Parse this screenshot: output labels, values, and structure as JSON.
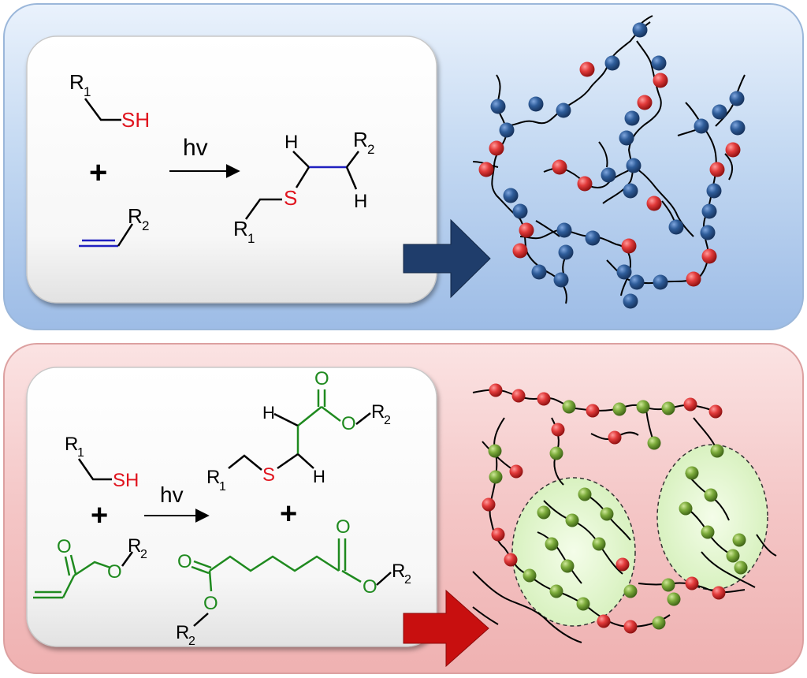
{
  "colors": {
    "blue_panel": "#a9c6e8",
    "red_panel": "#f1b8b8",
    "bead_blue": "#2f5d9a",
    "bead_red": "#e23b3b",
    "bead_green": "#7cab3b",
    "thiol_red": "#e0141e",
    "alkene_blue": "#2020c0",
    "acrylate_green": "#1f8a1f",
    "arrow_navy": "#1f3d6b",
    "arrow_red": "#c80f0f",
    "domain_fill": "#dff5c8"
  },
  "top": {
    "thiol": {
      "r": "R",
      "r_sub": "1",
      "sh": "SH"
    },
    "plus": "+",
    "ene": {
      "r": "R",
      "r_sub": "2"
    },
    "hv": "hv",
    "product": {
      "h1": "H",
      "h2": "H",
      "r2": "R",
      "r2_sub": "2",
      "s": "S",
      "r1": "R",
      "r1_sub": "1"
    }
  },
  "bottom": {
    "thiol": {
      "r": "R",
      "r_sub": "1",
      "sh": "SH"
    },
    "plus1": "+",
    "hv": "hv",
    "acrylate": {
      "o_carbonyl": "O",
      "o_ester": "O",
      "r": "R",
      "r_sub": "2"
    },
    "product": {
      "o_carbonyl": "O",
      "o_ester": "O",
      "r2": "R",
      "r2_sub": "2",
      "h1": "H",
      "h2": "H",
      "s": "S",
      "r1": "R",
      "r1_sub": "1"
    },
    "plus2": "+",
    "diester": {
      "o1": "O",
      "o2": "O",
      "o3": "O",
      "o4": "O",
      "r_left": "R",
      "r_left_sub": "2",
      "r_right": "R",
      "r_right_sub": "2"
    }
  },
  "icons": {
    "top_arrow": "block-arrow-right-icon",
    "bottom_arrow": "block-arrow-right-icon"
  }
}
